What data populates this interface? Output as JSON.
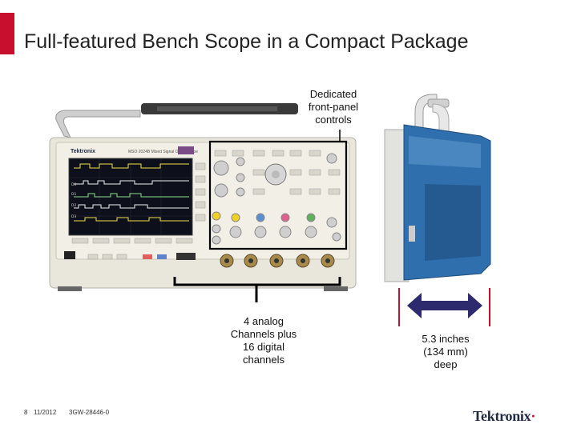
{
  "slide": {
    "title": "Full-featured Bench Scope in a Compact Package",
    "accent_color": "#c8102e",
    "callouts": {
      "front_panel": [
        "Dedicated",
        "front-panel",
        "controls"
      ],
      "channels": [
        "4 analog",
        "Channels plus",
        "16 digital",
        "channels"
      ],
      "depth": [
        "5.3 inches",
        "(134 mm)",
        "deep"
      ]
    },
    "footer": {
      "page_number": "8",
      "date": "11/2012",
      "doc_id": "3GW-28446-0"
    },
    "logo_text": "Tektronix"
  },
  "scope": {
    "brand": "Tektronix",
    "model": "MSO 2024B Mixed Signal Oscilloscope",
    "channel_labels": [
      "D0",
      "D1",
      "D2",
      "D3"
    ]
  }
}
